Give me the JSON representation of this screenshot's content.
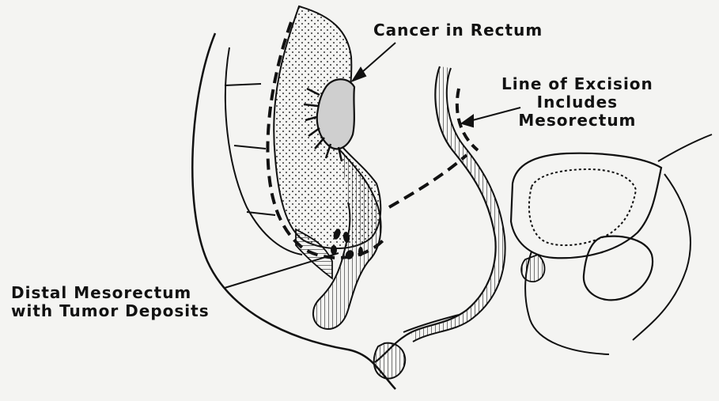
{
  "labels": {
    "cancer": "Cancer in Rectum",
    "excision": [
      "Line of Excision",
      "Includes",
      "Mesorectum"
    ],
    "distal": [
      "Distal Mesorectum",
      "with Tumor Deposits"
    ]
  },
  "colors": {
    "background": "#f4f4f2",
    "ink": "#111111"
  }
}
